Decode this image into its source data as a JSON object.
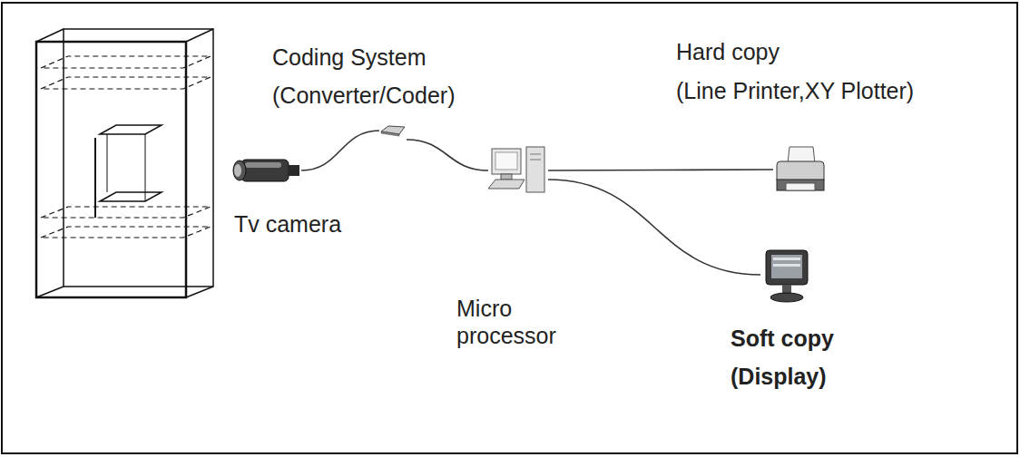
{
  "diagram": {
    "nodes": [
      {
        "text": [
          "Tv camera"
        ]
      },
      {
        "text": [
          "Coding System",
          "(Converter/Coder)"
        ]
      },
      {
        "text": [
          "Micro processor"
        ]
      },
      {
        "text": [
          "Hard copy",
          "(Line Printer,XY Plotter)"
        ]
      },
      {
        "text": [
          "Soft copy",
          "(Display)"
        ]
      }
    ],
    "edges": [
      {
        "from": 0,
        "to": 1,
        "arrow": "none"
      },
      {
        "from": 1,
        "to": 2,
        "arrow": "none"
      },
      {
        "from": 2,
        "to": 3,
        "arrow": "none"
      },
      {
        "from": 2,
        "to": 4,
        "arrow": "none"
      }
    ]
  }
}
